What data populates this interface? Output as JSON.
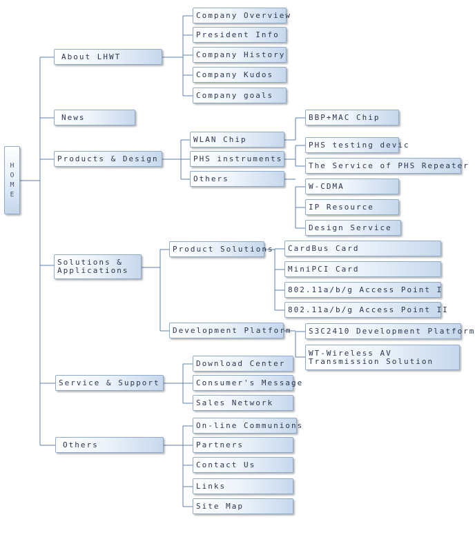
{
  "root": {
    "label": "HOME",
    "letters": [
      "H",
      "O",
      "M",
      "E"
    ]
  },
  "sections": {
    "about": {
      "label": "About LHWT",
      "children": [
        "Company Overview",
        "President Info",
        "Company History",
        "Company Kudos",
        "Company goals"
      ]
    },
    "news": {
      "label": "News"
    },
    "products": {
      "label": "Products & Design",
      "wlan": {
        "label": "WLAN Chip",
        "children": [
          "BBP+MAC Chip"
        ]
      },
      "phs": {
        "label": "PHS instruments",
        "children": [
          "PHS testing devic",
          "The Service of PHS Repeater"
        ]
      },
      "others": {
        "label": "Others",
        "children": [
          "W-CDMA",
          "IP Resource",
          "Design Service"
        ]
      }
    },
    "solutions": {
      "label_line1": "Solutions &",
      "label_line2": "Applications",
      "product_solutions": {
        "label": "Product Solutions",
        "children": [
          "CardBus Card",
          "MiniPCI Card",
          "802.11a/b/g Access Point I",
          "802.11a/b/g Access Point II"
        ]
      },
      "development_platform": {
        "label": "Development Platform",
        "children": [
          "S3C2410 Development Platform",
          "WT-Wireless AV Transmission Solution"
        ]
      }
    },
    "service": {
      "label": "Service & Support",
      "children": [
        "Download Center",
        "Consumer's Message",
        "Sales Network"
      ]
    },
    "others": {
      "label": "Others",
      "children": [
        "On-line Communions",
        "Partners",
        "Contact Us",
        "Links",
        "Site Map"
      ]
    }
  },
  "colors": {
    "line": "#5b7fae",
    "node_border": "#8eaacb",
    "node_text": "#2a3550",
    "node_gradient_end": "#c7d8ed"
  }
}
